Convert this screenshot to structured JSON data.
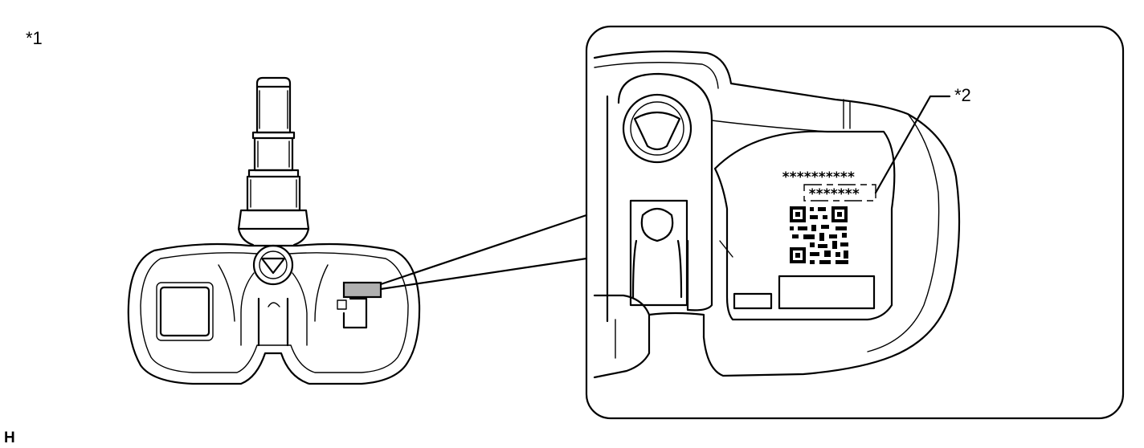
{
  "labels": {
    "callout_1": "*1",
    "callout_2": "*2",
    "figure_code": "H"
  },
  "marking": {
    "line_1": "**********",
    "line_2": "*******"
  },
  "colors": {
    "line": "#000000",
    "highlight": "#b0b0b0",
    "background": "#ffffff"
  }
}
